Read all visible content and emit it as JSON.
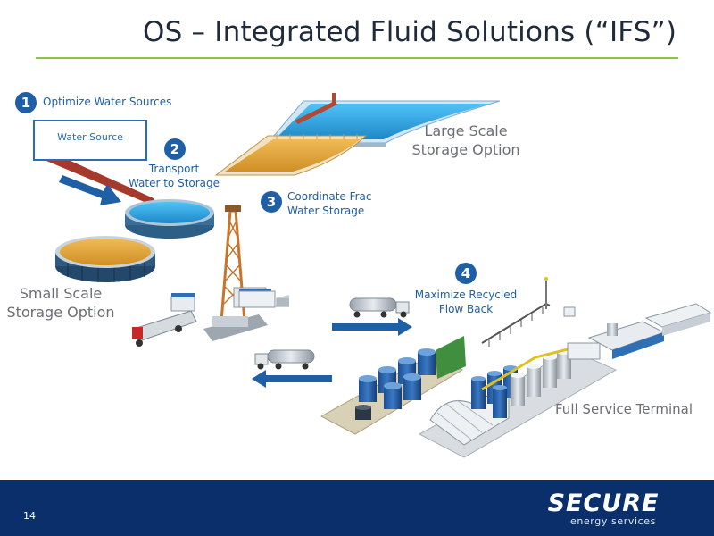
{
  "slide": {
    "title": "OS – Integrated Fluid Solutions (“IFS”)",
    "page_number": "14"
  },
  "steps": [
    {
      "number": "1",
      "label": "Optimize Water Sources"
    },
    {
      "number": "2",
      "label_line1": "Transport",
      "label_line2": "Water to Storage"
    },
    {
      "number": "3",
      "label_line1": "Coordinate Frac",
      "label_line2": "Water Storage"
    },
    {
      "number": "4",
      "label_line1": "Maximize Recycled",
      "label_line2": "Flow Back"
    }
  ],
  "labels": {
    "water_source": "Water Source",
    "large_scale_line1": "Large Scale",
    "large_scale_line2": "Storage Option",
    "small_scale_line1": "Small Scale",
    "small_scale_line2": "Storage Option",
    "terminal": "Full Service Terminal"
  },
  "logo": {
    "name": "SECURE",
    "tagline": "energy services"
  },
  "colors": {
    "accent_rule": "#8cc63f",
    "step_badge": "#1f5fa6",
    "water": "#2aa7e6",
    "sand": "#e0a83c",
    "footer": "#0b2f6b",
    "pipe": "#a53a2a"
  }
}
